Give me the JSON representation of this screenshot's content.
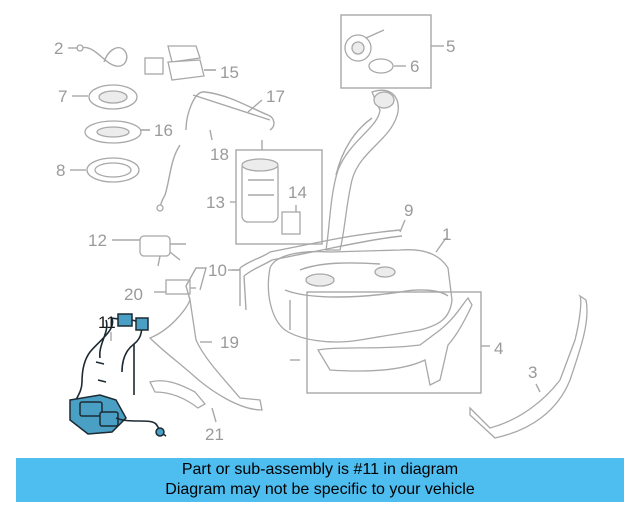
{
  "callouts": [
    {
      "id": "1",
      "label": "1"
    },
    {
      "id": "2",
      "label": "2"
    },
    {
      "id": "3",
      "label": "3"
    },
    {
      "id": "4",
      "label": "4"
    },
    {
      "id": "5",
      "label": "5"
    },
    {
      "id": "6",
      "label": "6"
    },
    {
      "id": "7",
      "label": "7"
    },
    {
      "id": "8",
      "label": "8"
    },
    {
      "id": "9",
      "label": "9"
    },
    {
      "id": "10",
      "label": "10"
    },
    {
      "id": "11",
      "label": "11"
    },
    {
      "id": "12",
      "label": "12"
    },
    {
      "id": "13",
      "label": "13"
    },
    {
      "id": "14",
      "label": "14"
    },
    {
      "id": "15",
      "label": "15"
    },
    {
      "id": "16",
      "label": "16"
    },
    {
      "id": "17",
      "label": "17"
    },
    {
      "id": "18",
      "label": "18"
    },
    {
      "id": "19",
      "label": "19"
    },
    {
      "id": "20",
      "label": "20"
    },
    {
      "id": "21",
      "label": "21"
    }
  ],
  "highlighted_part": "11",
  "colors": {
    "highlight_fill": "#4a9fc4",
    "banner_background": "#4ebdf0",
    "line_art": "#a8a8a8"
  },
  "banner": {
    "line1": "Part or sub-assembly is #11 in diagram",
    "line2": "Diagram may not be specific to your vehicle"
  }
}
